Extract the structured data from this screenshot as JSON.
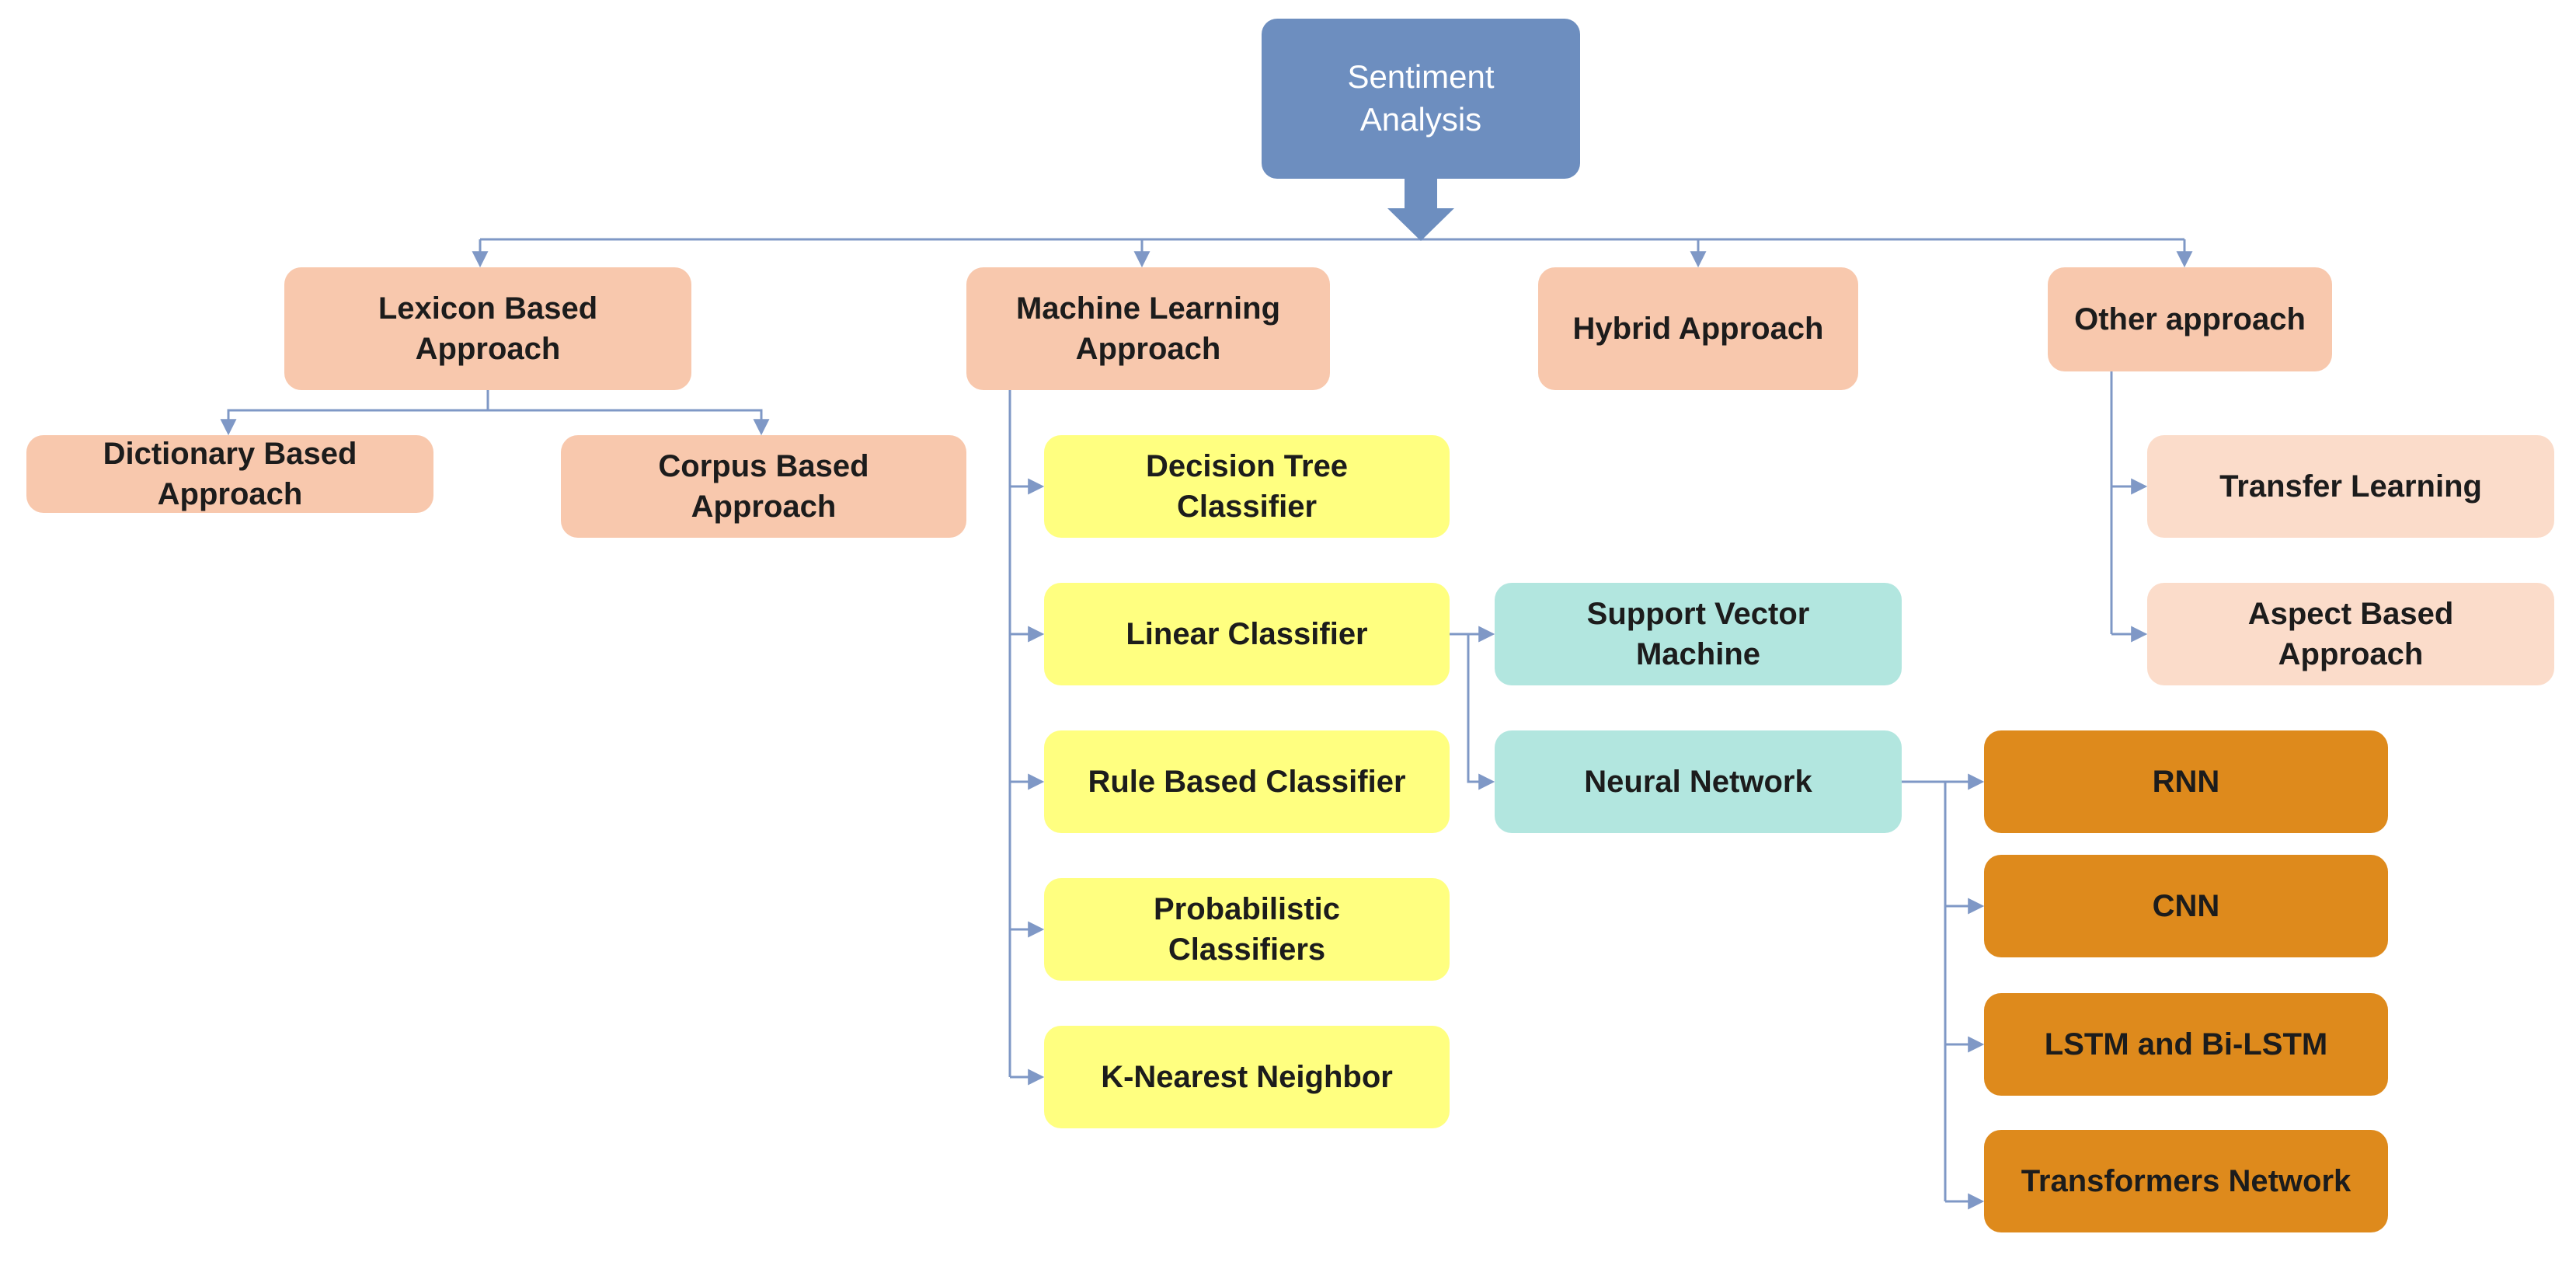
{
  "colors": {
    "root": "#6d8ebf",
    "approach": "#f8c8ad",
    "subapproach": "#fbdcca",
    "ml_classifier": "#ffff80",
    "linear_sub": "#b2e6df",
    "neural_sub": "#de8a1c",
    "connector": "#7f98c6"
  },
  "nodes": [
    {
      "id": "root",
      "name": "root-sentiment-analysis",
      "label": "Sentiment\nAnalysis",
      "style": "root",
      "parent": null
    },
    {
      "id": "lexicon",
      "name": "node-lexicon-based-approach",
      "label": "Lexicon Based\nApproach",
      "style": "approach",
      "parent": "root"
    },
    {
      "id": "ml",
      "name": "node-machine-learning-approach",
      "label": "Machine Learning\nApproach",
      "style": "approach",
      "parent": "root"
    },
    {
      "id": "hybrid",
      "name": "node-hybrid-approach",
      "label": "Hybrid Approach",
      "style": "approach",
      "parent": "root"
    },
    {
      "id": "other",
      "name": "node-other-approach",
      "label": "Other approach",
      "style": "approach",
      "parent": "root"
    },
    {
      "id": "dictionary",
      "name": "node-dictionary-based-approach",
      "label": "Dictionary Based\nApproach",
      "style": "approach",
      "parent": "lexicon"
    },
    {
      "id": "corpus",
      "name": "node-corpus-based-approach",
      "label": "Corpus Based\nApproach",
      "style": "approach",
      "parent": "lexicon"
    },
    {
      "id": "decision",
      "name": "node-decision-tree-classifier",
      "label": "Decision Tree\nClassifier",
      "style": "ml_classifier",
      "parent": "ml"
    },
    {
      "id": "linear",
      "name": "node-linear-classifier",
      "label": "Linear Classifier",
      "style": "ml_classifier",
      "parent": "ml"
    },
    {
      "id": "rule",
      "name": "node-rule-based-classifier",
      "label": "Rule Based Classifier",
      "style": "ml_classifier",
      "parent": "ml"
    },
    {
      "id": "prob",
      "name": "node-probabilistic-classifiers",
      "label": "Probabilistic\nClassifiers",
      "style": "ml_classifier",
      "parent": "ml"
    },
    {
      "id": "knn",
      "name": "node-k-nearest-neighbor",
      "label": "K-Nearest Neighbor",
      "style": "ml_classifier",
      "parent": "ml"
    },
    {
      "id": "svm",
      "name": "node-support-vector-machine",
      "label": "Support Vector\nMachine",
      "style": "linear_sub",
      "parent": "linear"
    },
    {
      "id": "nn",
      "name": "node-neural-network",
      "label": "Neural Network",
      "style": "linear_sub",
      "parent": "linear"
    },
    {
      "id": "rnn",
      "name": "node-rnn",
      "label": "RNN",
      "style": "neural_sub",
      "parent": "nn"
    },
    {
      "id": "cnn",
      "name": "node-cnn",
      "label": "CNN",
      "style": "neural_sub",
      "parent": "nn"
    },
    {
      "id": "lstm",
      "name": "node-lstm-and-bi-lstm",
      "label": "LSTM and Bi-LSTM",
      "style": "neural_sub",
      "parent": "nn"
    },
    {
      "id": "transformers",
      "name": "node-transformers-network",
      "label": "Transformers Network",
      "style": "neural_sub",
      "parent": "nn"
    },
    {
      "id": "transfer",
      "name": "node-transfer-learning",
      "label": "Transfer Learning",
      "style": "subapproach",
      "parent": "other"
    },
    {
      "id": "aspect",
      "name": "node-aspect-based-approach",
      "label": "Aspect Based\nApproach",
      "style": "subapproach",
      "parent": "other"
    }
  ]
}
